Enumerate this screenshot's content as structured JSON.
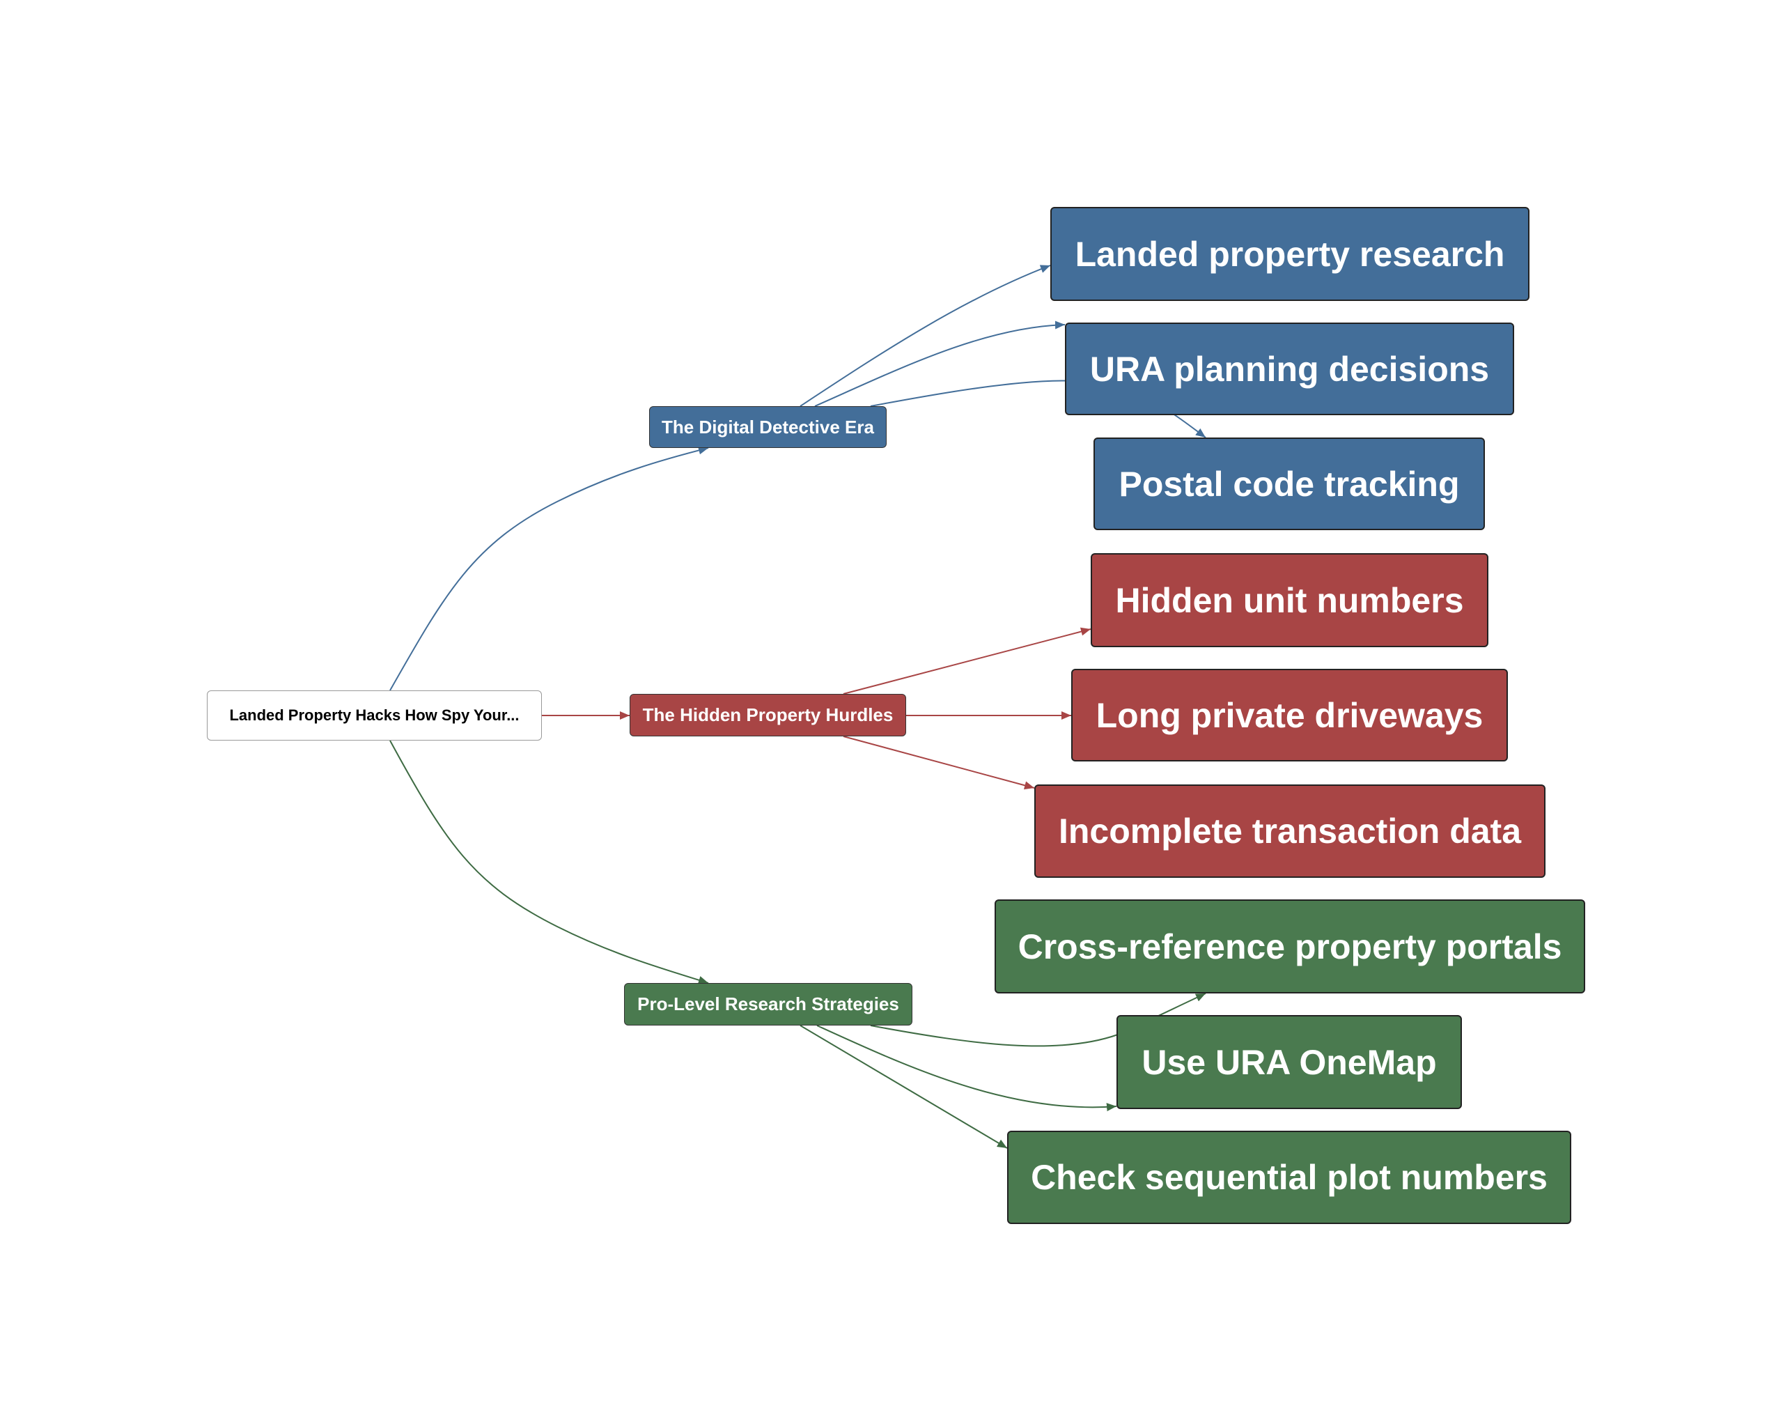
{
  "root": {
    "label": "Landed Property Hacks How Spy Your..."
  },
  "branches": [
    {
      "label": "The Digital Detective Era",
      "color": "#436e99",
      "children": [
        "Landed property research",
        "URA planning decisions",
        "Postal code tracking"
      ]
    },
    {
      "label": "The Hidden Property Hurdles",
      "color": "#a84545",
      "children": [
        "Hidden unit numbers",
        "Long private driveways",
        "Incomplete transaction data"
      ]
    },
    {
      "label": "Pro-Level Research Strategies",
      "color": "#4a7a4f",
      "children": [
        "Cross-reference property portals",
        "Use URA OneMap",
        "Check sequential plot numbers"
      ]
    }
  ]
}
